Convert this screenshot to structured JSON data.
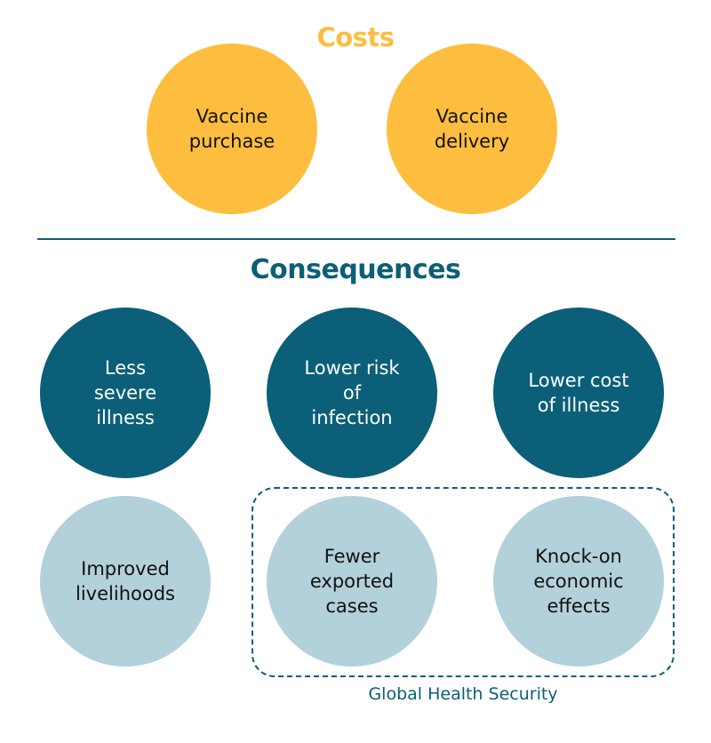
{
  "colors": {
    "cost_fill": "#FDBE3F",
    "cost_heading": "#FDBE3F",
    "consequence_dark_fill": "#0B5F78",
    "consequence_light_fill": "#B3D1DA",
    "heading_dark": "#0B5F78",
    "dark_text": "#FFFFFF",
    "light_text": "#111111",
    "divider": "#0B5F78",
    "group_border": "#0B5F78",
    "group_label": "#0B5F78"
  },
  "costs": {
    "title": "Costs",
    "items": [
      {
        "label": "Vaccine\npurchase"
      },
      {
        "label": "Vaccine\ndelivery"
      }
    ]
  },
  "consequences": {
    "title": "Consequences",
    "row1": [
      {
        "label": "Less\nsevere\nillness"
      },
      {
        "label": "Lower risk\nof\ninfection"
      },
      {
        "label": "Lower cost\nof illness"
      }
    ],
    "row2": [
      {
        "label": "Improved\nlivelihoods"
      },
      {
        "label": "Fewer\nexported\ncases"
      },
      {
        "label": "Knock-on\neconomic\neffects"
      }
    ],
    "group": {
      "label": "Global Health Security"
    }
  }
}
